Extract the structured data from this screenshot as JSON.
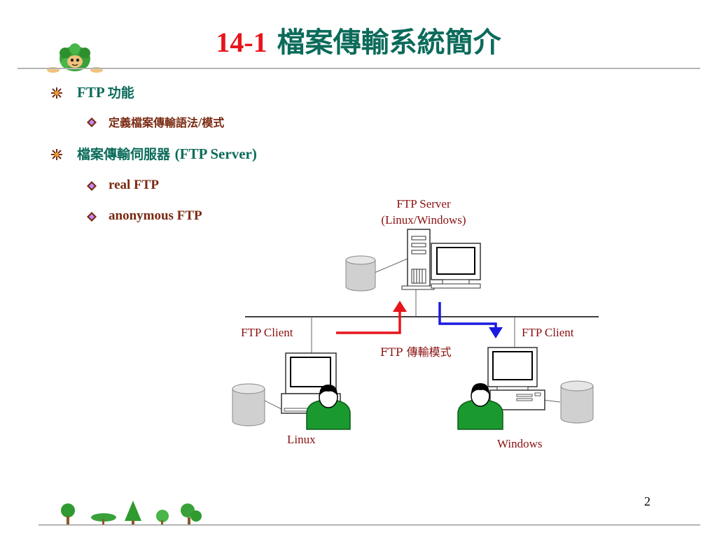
{
  "slide": {
    "title_number": "14-1",
    "title_text": "檔案傳輸系統簡介",
    "page_number": "2"
  },
  "bullets": [
    {
      "label_en": "FTP ",
      "label_cjk": "功能"
    },
    {
      "label_cjk": "檔案傳輸伺服器 ",
      "label_en": "(FTP Server)"
    }
  ],
  "sub_bullets": [
    {
      "text_cjk": "定義檔案傳輸語法",
      "text_en": "/",
      "text_cjk2": "模式"
    },
    {
      "text": "real FTP"
    },
    {
      "text": "anonymous FTP"
    }
  ],
  "diagram": {
    "server_label_1": "FTP Server",
    "server_label_2": "(Linux/Windows)",
    "client_left_label": "FTP Client",
    "client_right_label": "FTP Client",
    "mode_label": "FTP 傳輸模式",
    "os_left": "Linux",
    "os_right": "Windows",
    "colors": {
      "upload_arrow": "#e8141b",
      "download_arrow": "#1a1ae0",
      "user_body": "#1a9a2e",
      "bullet_icon": "#7a2a12"
    }
  }
}
